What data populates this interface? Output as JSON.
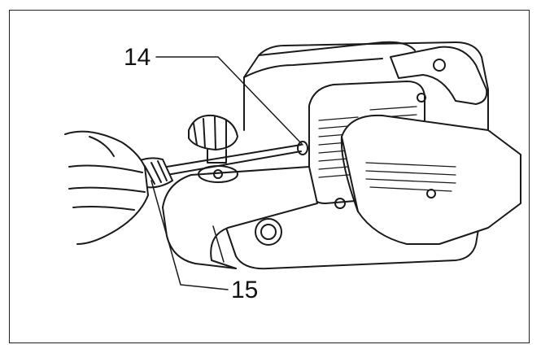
{
  "figure": {
    "callouts": [
      {
        "id": "14",
        "text": "14"
      },
      {
        "id": "15",
        "text": "15"
      }
    ],
    "colors": {
      "ink": "#1a1a1a",
      "paper": "#ffffff",
      "shade": "#e6e6e6"
    }
  }
}
